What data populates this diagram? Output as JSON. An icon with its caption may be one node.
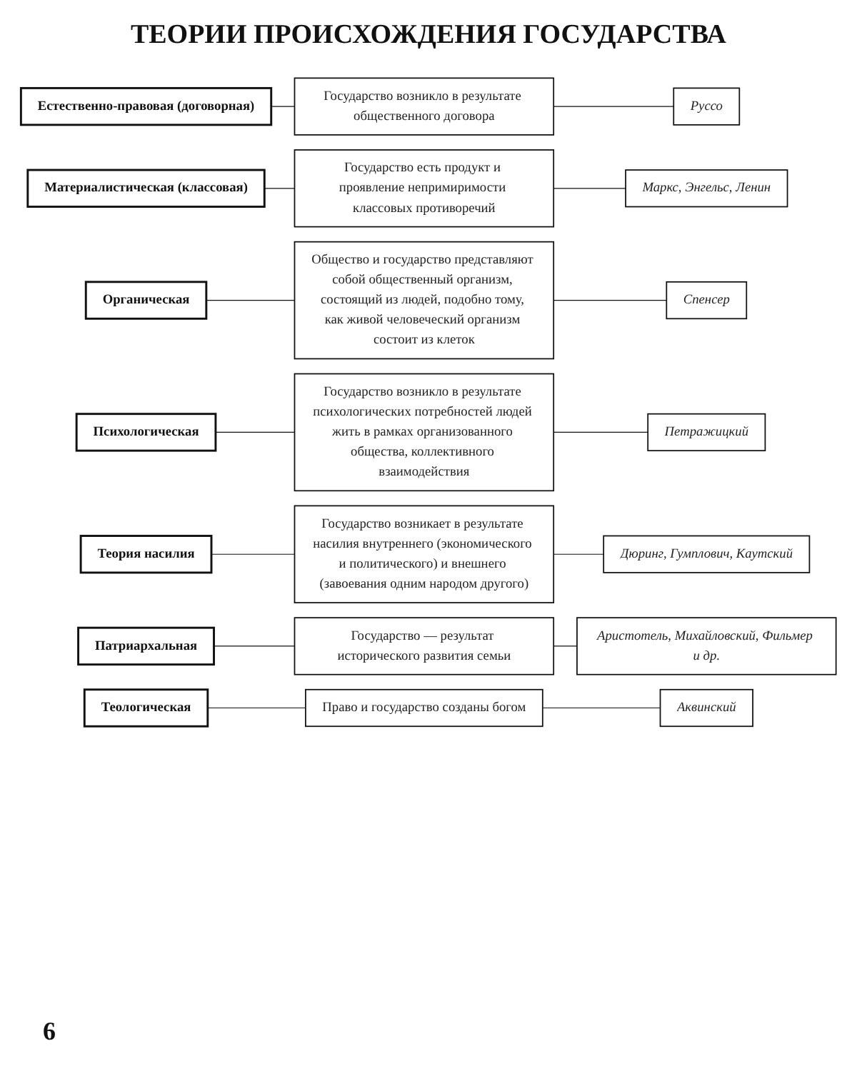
{
  "diagram": {
    "title": "ТЕОРИИ ПРОИСХОЖДЕНИЯ ГОСУДАРСТВА",
    "nodes": [
      {
        "text": [
          "Естественно-правовая (договорная)"
        ]
      },
      {
        "text": [
          "Государство возникло в результате общественного договора"
        ]
      },
      {
        "text": [
          "Руссо"
        ]
      },
      {
        "text": [
          "Материалистическая (классовая)"
        ]
      },
      {
        "text": [
          "Государство есть продукт и проявление непримиримости классовых противоречий"
        ]
      },
      {
        "text": [
          "Маркс, Энгельс, Ленин"
        ]
      },
      {
        "text": [
          "Органическая"
        ]
      },
      {
        "text": [
          "Общество и государство представляют собой общественный организм, состоящий из людей, подобно тому, как живой человеческий организм состоит из клеток"
        ]
      },
      {
        "text": [
          "Спенсер"
        ]
      },
      {
        "text": [
          "Психологическая"
        ]
      },
      {
        "text": [
          "Государство возникло в результате психологических потребностей людей жить в рамках организованного общества, коллективного взаимодействия"
        ]
      },
      {
        "text": [
          "Петражицкий"
        ]
      },
      {
        "text": [
          "Теория насилия"
        ]
      },
      {
        "text": [
          "Государство возникает в результате насилия внутреннего (экономического и политического) и внешнего (завоевания одним народом другого)"
        ]
      },
      {
        "text": [
          "Дюринг, Гумплович, Каутский"
        ]
      },
      {
        "text": [
          "Патриархальная"
        ]
      },
      {
        "text": [
          "Государство — результат исторического развития семьи"
        ]
      },
      {
        "text": [
          "Аристотель, Михайловский, Фильмер и др."
        ]
      },
      {
        "text": [
          "Теологическая"
        ]
      },
      {
        "text": [
          "Право и государство созданы богом"
        ]
      },
      {
        "text": [
          "Аквинский"
        ]
      }
    ],
    "edges": [
      {
        "from": 0,
        "to": 1,
        "arrow": "none"
      },
      {
        "from": 1,
        "to": 2,
        "arrow": "none"
      },
      {
        "from": 3,
        "to": 4,
        "arrow": "none"
      },
      {
        "from": 4,
        "to": 5,
        "arrow": "none"
      },
      {
        "from": 6,
        "to": 7,
        "arrow": "none"
      },
      {
        "from": 7,
        "to": 8,
        "arrow": "none"
      },
      {
        "from": 9,
        "to": 10,
        "arrow": "none"
      },
      {
        "from": 10,
        "to": 11,
        "arrow": "none"
      },
      {
        "from": 12,
        "to": 13,
        "arrow": "none"
      },
      {
        "from": 13,
        "to": 14,
        "arrow": "none"
      },
      {
        "from": 15,
        "to": 16,
        "arrow": "none"
      },
      {
        "from": 16,
        "to": 17,
        "arrow": "none"
      },
      {
        "from": 18,
        "to": 19,
        "arrow": "none"
      },
      {
        "from": 19,
        "to": 20,
        "arrow": "none"
      }
    ],
    "labels": [
      "6"
    ]
  }
}
